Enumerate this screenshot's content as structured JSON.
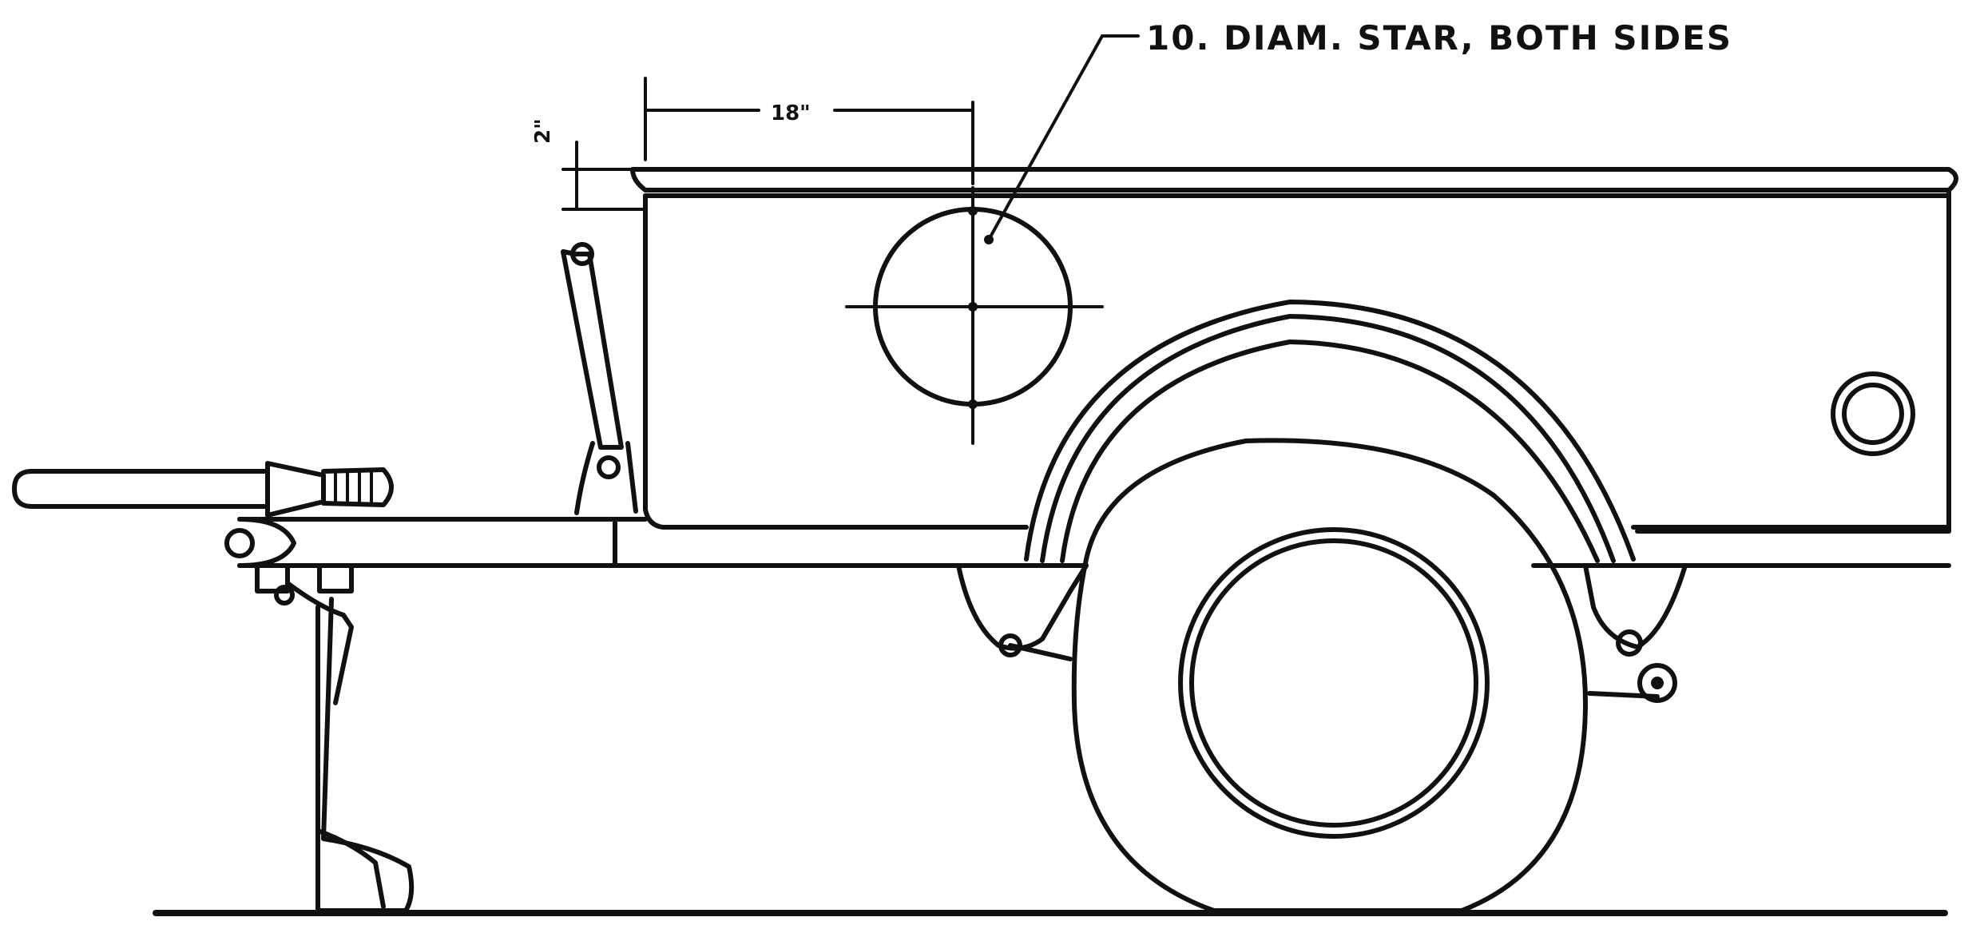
{
  "annotations": {
    "star_callout": "10. DIAM. STAR, BOTH SIDES",
    "dim_horizontal": "18\"",
    "dim_vertical": "2\""
  },
  "colors": {
    "ink": "#111111",
    "paper": "#ffffff"
  }
}
